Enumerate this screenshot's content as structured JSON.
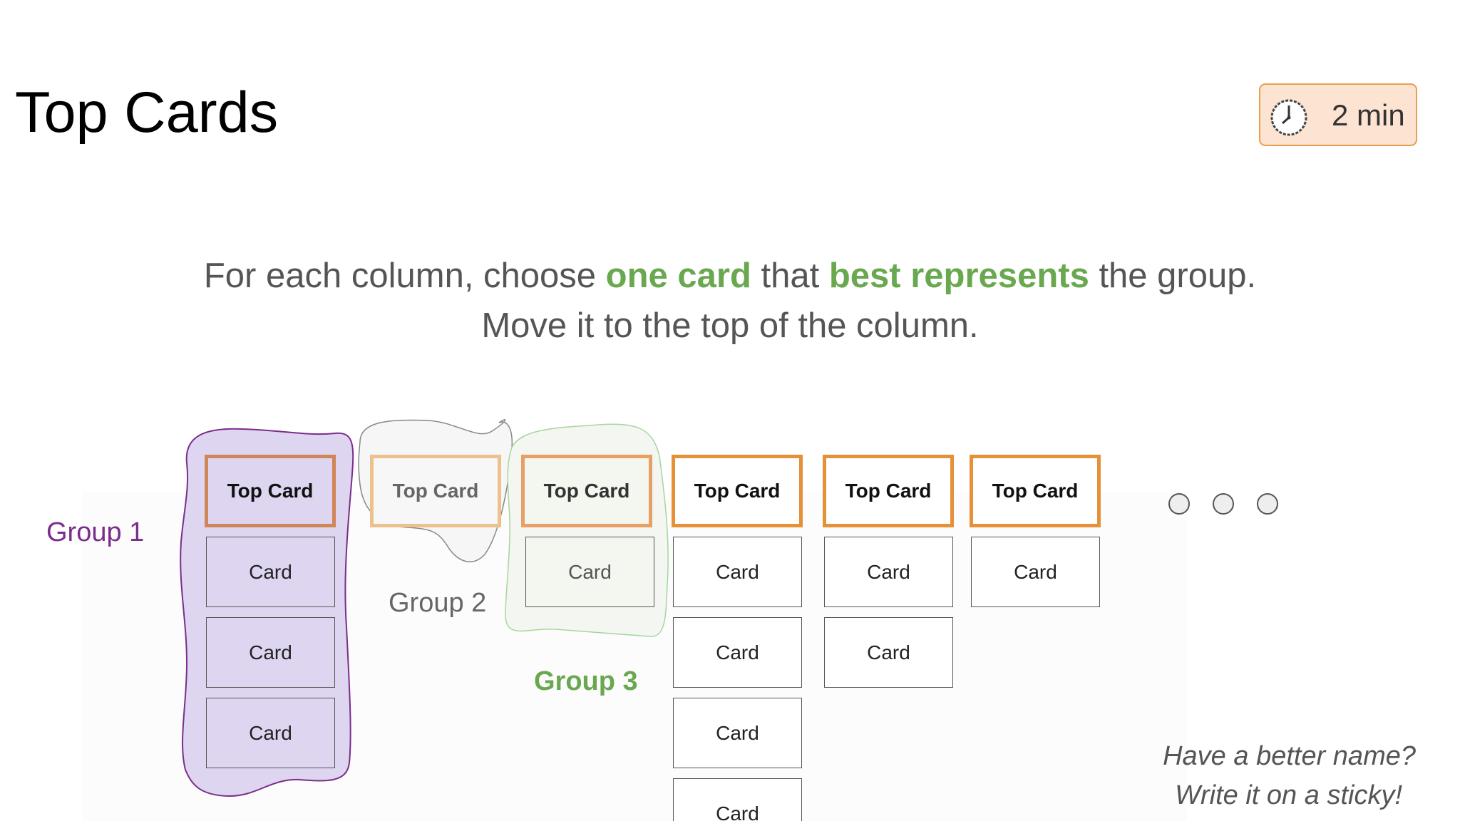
{
  "slide": {
    "title": "Top Cards"
  },
  "timer": {
    "icon": "clock-icon",
    "label": "2 min"
  },
  "instructions": {
    "line1_part1": "For each column, choose ",
    "line1_highlight1": "one card",
    "line1_part2": " that ",
    "line1_highlight2": "best represents",
    "line1_part3": " the group.",
    "line2": "Move it to the top of the column.",
    "highlight_color": "#6aa84f"
  },
  "groups": {
    "group1": "Group 1",
    "group2": "Group 2",
    "group3": "Group 3"
  },
  "columns": [
    {
      "top": "Top Card",
      "cards": [
        "Card",
        "Card",
        "Card"
      ]
    },
    {
      "top": "Top Card",
      "cards": []
    },
    {
      "top": "Top Card",
      "cards": [
        "Card"
      ]
    },
    {
      "top": "Top Card",
      "cards": [
        "Card",
        "Card",
        "Card",
        "Card"
      ]
    },
    {
      "top": "Top Card",
      "cards": [
        "Card",
        "Card"
      ]
    },
    {
      "top": "Top Card",
      "cards": [
        "Card"
      ]
    }
  ],
  "note": {
    "line1": "Have a better name?",
    "line2": "Write it on a sticky!"
  },
  "colors": {
    "accent_orange": "#e69138",
    "group1_purple": "#7b2d8b",
    "group1_fill": "#ded6f0",
    "group3_green": "#6aa84f",
    "timer_fill": "#fde3d2"
  }
}
